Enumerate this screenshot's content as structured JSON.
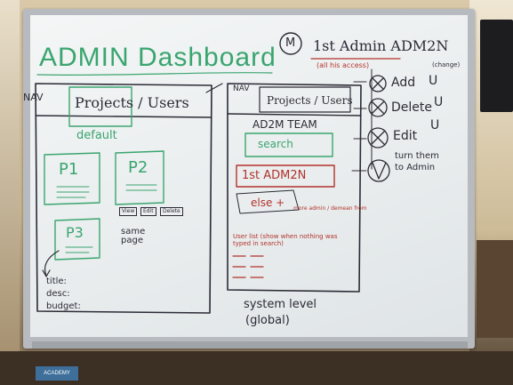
{
  "board": {
    "title": "ADMIN Dashboard",
    "left_panel": {
      "nav_label": "NAV",
      "tabs": "Projects / Users",
      "default_label": "default",
      "cards": [
        "P1",
        "P2",
        "P3"
      ],
      "card_buttons": [
        "View",
        "Edit",
        "Delete"
      ],
      "same_page_note": "same page",
      "fields": [
        "title:",
        "desc:",
        "budget:"
      ]
    },
    "right_panel": {
      "nav_label": "NAV",
      "tabs": "Projects / Users",
      "team_name": "AD2M TEAM",
      "search_label": "search",
      "admin_entry": "1st ADM2N",
      "else_label": "else +",
      "else_note": "more admin / demean from",
      "list_note": "User list (show when nothing was typed in search)",
      "caption_line1": "system level",
      "caption_line2": "(global)"
    },
    "permissions": {
      "header_circle": "M",
      "header": "1st Admin ADM2N",
      "subnote": "(all his access)",
      "corner_note": "(change)",
      "items": [
        {
          "mark": "X",
          "label": "Add",
          "target": "U"
        },
        {
          "mark": "X",
          "label": "Delete",
          "target": "U"
        },
        {
          "mark": "X",
          "label": "Edit",
          "target": "U"
        },
        {
          "mark": "V",
          "label": "turn them to Admin",
          "target": ""
        }
      ]
    }
  },
  "colors": {
    "green_marker": "#3aa56f",
    "black_marker": "#2b2b36",
    "red_marker": "#b3322b"
  },
  "logo_text": "ACADEMY"
}
